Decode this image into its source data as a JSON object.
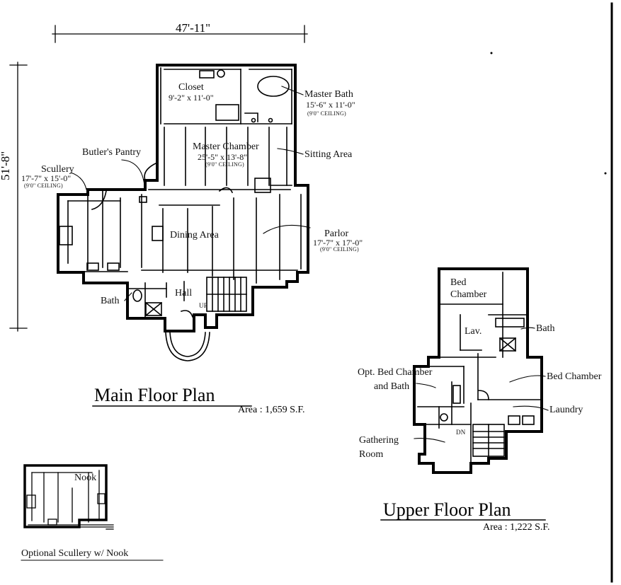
{
  "dimensions": {
    "width": "47'-11\"",
    "depth": "51'-8\""
  },
  "main_floor": {
    "title": "Main Floor Plan",
    "area": "Area :  1,659 S.F.",
    "rooms": {
      "closet": {
        "name": "Closet",
        "size": "9'-2\" x 11'-0\""
      },
      "master_bath": {
        "name": "Master Bath",
        "size": "15'-6\" x 11'-0\"",
        "ceiling": "(9'0\" CEILING)"
      },
      "master_chamber": {
        "name": "Master Chamber",
        "size": "25'-5\" x 13'-8\"",
        "ceiling": "(9'0\" CEILING)"
      },
      "sitting_area": {
        "name": "Sitting Area"
      },
      "butlers_pantry": {
        "name": "Butler's Pantry"
      },
      "scullery": {
        "name": "Scullery",
        "size": "17'-7\" x 15'-0\"",
        "ceiling": "(9'0\" CEILING)"
      },
      "dining_area": {
        "name": "Dining Area"
      },
      "parlor": {
        "name": "Parlor",
        "size": "17'-7\" x 17'-0\"",
        "ceiling": "(9'0\" CEILING)"
      },
      "bath": {
        "name": "Bath"
      },
      "hall": {
        "name": "Hall"
      },
      "stair_up": {
        "name": "UP"
      }
    }
  },
  "upper_floor": {
    "title": "Upper Floor Plan",
    "area": "Area :  1,222 S.F.",
    "rooms": {
      "bed_chamber_1": {
        "name_line1": "Bed",
        "name_line2": "Chamber"
      },
      "lav": {
        "name": "Lav."
      },
      "bath": {
        "name": "Bath"
      },
      "opt_bed": {
        "name_line1": "Opt. Bed Chamber",
        "name_line2": "and Bath"
      },
      "bed_chamber_2": {
        "name": "Bed Chamber"
      },
      "laundry": {
        "name": "Laundry"
      },
      "gathering": {
        "name_line1": "Gathering",
        "name_line2": "Room"
      },
      "stair_dn": {
        "name": "DN"
      }
    }
  },
  "optional_plan": {
    "title": "Optional Scullery w/ Nook",
    "nook": {
      "name": "Nook"
    }
  }
}
